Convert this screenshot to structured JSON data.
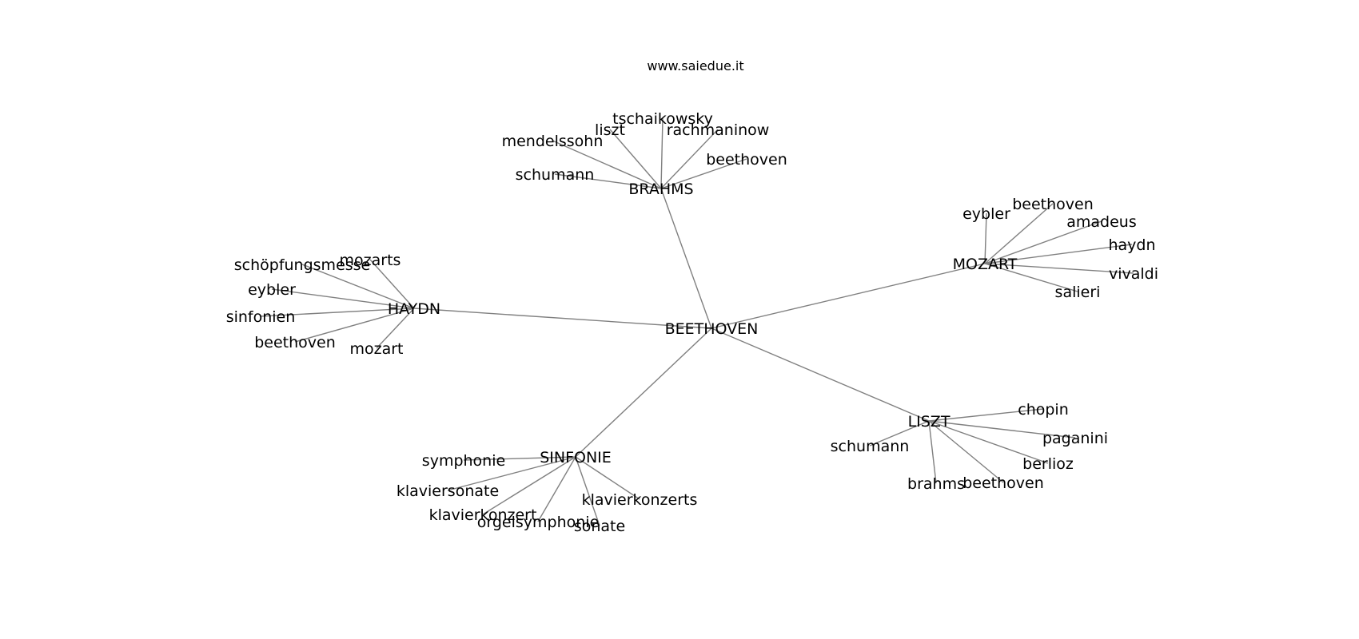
{
  "caption": "www.saiedue.it",
  "nodes": [
    {
      "id": "BEETHOVEN",
      "label": "BEETHOVEN"
    },
    {
      "id": "BRAHMS",
      "label": "BRAHMS"
    },
    {
      "id": "MOZART",
      "label": "MOZART"
    },
    {
      "id": "HAYDN",
      "label": "HAYDN"
    },
    {
      "id": "LISZT",
      "label": "LISZT"
    },
    {
      "id": "SINFONIE",
      "label": "SINFONIE"
    },
    {
      "id": "brahms-tschaikowsky",
      "label": "tschaikowsky"
    },
    {
      "id": "brahms-liszt",
      "label": "liszt"
    },
    {
      "id": "brahms-rachmaninow",
      "label": "rachmaninow"
    },
    {
      "id": "brahms-mendelssohn",
      "label": "mendelssohn"
    },
    {
      "id": "brahms-beethoven",
      "label": "beethoven"
    },
    {
      "id": "brahms-schumann",
      "label": "schumann"
    },
    {
      "id": "mozart-eybler",
      "label": "eybler"
    },
    {
      "id": "mozart-beethoven",
      "label": "beethoven"
    },
    {
      "id": "mozart-amadeus",
      "label": "amadeus"
    },
    {
      "id": "mozart-haydn",
      "label": "haydn"
    },
    {
      "id": "mozart-vivaldi",
      "label": "vivaldi"
    },
    {
      "id": "mozart-salieri",
      "label": "salieri"
    },
    {
      "id": "haydn-schoepfungsmesse",
      "label": "schöpfungsmesse"
    },
    {
      "id": "haydn-mozarts",
      "label": "mozarts"
    },
    {
      "id": "haydn-eybler",
      "label": "eybler"
    },
    {
      "id": "haydn-sinfonien",
      "label": "sinfonien"
    },
    {
      "id": "haydn-beethoven",
      "label": "beethoven"
    },
    {
      "id": "haydn-mozart",
      "label": "mozart"
    },
    {
      "id": "liszt-chopin",
      "label": "chopin"
    },
    {
      "id": "liszt-paganini",
      "label": "paganini"
    },
    {
      "id": "liszt-schumann",
      "label": "schumann"
    },
    {
      "id": "liszt-berlioz",
      "label": "berlioz"
    },
    {
      "id": "liszt-brahms",
      "label": "brahms"
    },
    {
      "id": "liszt-beethoven",
      "label": "beethoven"
    },
    {
      "id": "sinfonie-symphonie",
      "label": "symphonie"
    },
    {
      "id": "sinfonie-klaviersonate",
      "label": "klaviersonate"
    },
    {
      "id": "sinfonie-klavierkonzerts",
      "label": "klavierkonzerts"
    },
    {
      "id": "sinfonie-klavierkonzert",
      "label": "klavierkonzert"
    },
    {
      "id": "sinfonie-orgelsymphonie",
      "label": "orgelsymphonie"
    },
    {
      "id": "sinfonie-sonate",
      "label": "sonate"
    }
  ],
  "edges": [
    [
      "BEETHOVEN",
      "BRAHMS"
    ],
    [
      "BEETHOVEN",
      "MOZART"
    ],
    [
      "BEETHOVEN",
      "HAYDN"
    ],
    [
      "BEETHOVEN",
      "LISZT"
    ],
    [
      "BEETHOVEN",
      "SINFONIE"
    ],
    [
      "BRAHMS",
      "brahms-tschaikowsky"
    ],
    [
      "BRAHMS",
      "brahms-liszt"
    ],
    [
      "BRAHMS",
      "brahms-rachmaninow"
    ],
    [
      "BRAHMS",
      "brahms-mendelssohn"
    ],
    [
      "BRAHMS",
      "brahms-beethoven"
    ],
    [
      "BRAHMS",
      "brahms-schumann"
    ],
    [
      "MOZART",
      "mozart-eybler"
    ],
    [
      "MOZART",
      "mozart-beethoven"
    ],
    [
      "MOZART",
      "mozart-amadeus"
    ],
    [
      "MOZART",
      "mozart-haydn"
    ],
    [
      "MOZART",
      "mozart-vivaldi"
    ],
    [
      "MOZART",
      "mozart-salieri"
    ],
    [
      "HAYDN",
      "haydn-schoepfungsmesse"
    ],
    [
      "HAYDN",
      "haydn-mozarts"
    ],
    [
      "HAYDN",
      "haydn-eybler"
    ],
    [
      "HAYDN",
      "haydn-sinfonien"
    ],
    [
      "HAYDN",
      "haydn-beethoven"
    ],
    [
      "HAYDN",
      "haydn-mozart"
    ],
    [
      "LISZT",
      "liszt-chopin"
    ],
    [
      "LISZT",
      "liszt-paganini"
    ],
    [
      "LISZT",
      "liszt-schumann"
    ],
    [
      "LISZT",
      "liszt-berlioz"
    ],
    [
      "LISZT",
      "liszt-brahms"
    ],
    [
      "LISZT",
      "liszt-beethoven"
    ],
    [
      "SINFONIE",
      "sinfonie-symphonie"
    ],
    [
      "SINFONIE",
      "sinfonie-klaviersonate"
    ],
    [
      "SINFONIE",
      "sinfonie-klavierkonzerts"
    ],
    [
      "SINFONIE",
      "sinfonie-klavierkonzert"
    ],
    [
      "SINFONIE",
      "sinfonie-orgelsymphonie"
    ],
    [
      "SINFONIE",
      "sinfonie-sonate"
    ]
  ]
}
